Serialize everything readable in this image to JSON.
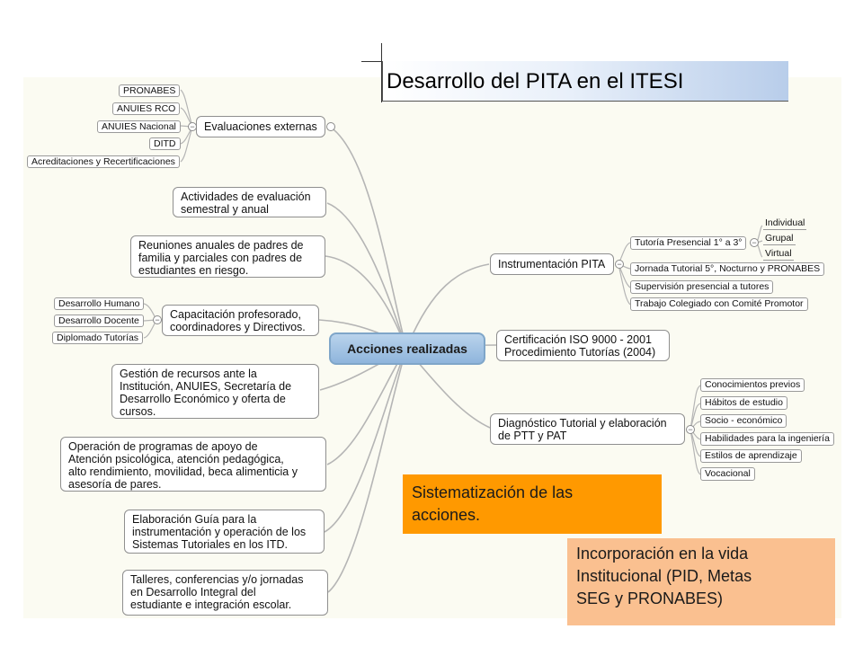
{
  "title": "Desarrollo del PITA en el ITESI",
  "central": "Acciones realizadas",
  "branches": {
    "evaluaciones": "Evaluaciones externas",
    "evaluaciones_items": [
      "PRONABES",
      "ANUIES RCO",
      "ANUIES Nacional",
      "DITD",
      "Acreditaciones y Recertificaciones"
    ],
    "actividades": [
      "Actividades de evaluación",
      "semestral y anual"
    ],
    "reuniones": [
      "Reuniones anuales de padres de",
      "familia y parciales con padres de",
      "estudiantes en riesgo."
    ],
    "capacitacion": [
      "Capacitación profesorado,",
      "coordinadores y Directivos."
    ],
    "capacitacion_items": [
      "Desarrollo Humano",
      "Desarrollo Docente",
      "Diplomado Tutorías"
    ],
    "gestion": [
      "Gestión de recursos ante la",
      "Institución, ANUIES, Secretaría de",
      "Desarrollo Económico y oferta de",
      "cursos."
    ],
    "operacion": [
      "Operación de programas de apoyo de",
      "Atención psicológica, atención pedagógica,",
      "alto rendimiento, movilidad, beca alimenticia y",
      "asesoría de pares."
    ],
    "elaboracion": [
      "Elaboración Guía para la",
      "instrumentación y operación de los",
      "Sistemas Tutoriales en los ITD."
    ],
    "talleres": [
      "Talleres, conferencias y/o jornadas",
      "en Desarrollo Integral del",
      "estudiante e integración escolar."
    ],
    "instrumentacion": "Instrumentación PITA",
    "tutoria_presencial": "Tutoría Presencial 1° a 3°",
    "tutoria_types": [
      "Individual",
      "Grupal",
      "Virtual"
    ],
    "instrumentacion_items": [
      "Jornada Tutorial 5°, Nocturno y PRONABES",
      "Supervisión presencial a tutores",
      "Trabajo Colegiado con Comité Promotor"
    ],
    "certificacion": [
      "Certificación ISO 9000 - 2001",
      "Procedimiento Tutorías (2004)"
    ],
    "diagnostico": [
      "Diagnóstico Tutorial y elaboración",
      "de PTT y PAT"
    ],
    "diagnostico_items": [
      "Conocimientos previos",
      "Hábitos de estudio",
      "Socio - económico",
      "Habilidades para la ingeniería",
      "Estilos de aprendizaje",
      "Vocacional"
    ]
  },
  "callouts": {
    "sistematizacion": [
      "Sistematización de las",
      "acciones."
    ],
    "incorporacion": [
      "Incorporación en la vida",
      "Institucional (PID, Metas",
      "SEG y PRONABES)"
    ]
  },
  "colors": {
    "central_fill": "#a8c8e8",
    "orange": "#ff9900",
    "peach": "#fac090",
    "title_gradient": "#b8cdea"
  }
}
